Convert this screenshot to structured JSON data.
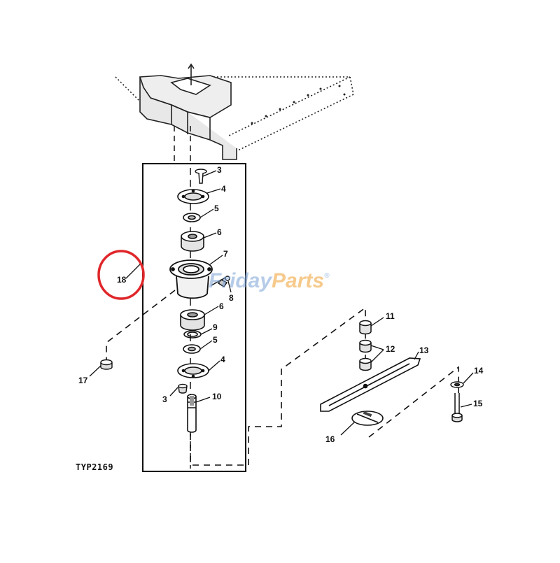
{
  "diagram": {
    "figure_code": "TYP2169",
    "watermark": {
      "text_a": "Friday",
      "text_b": "Parts",
      "mark": "®",
      "color_a": "#7aa2d6",
      "color_b": "#f0a030"
    },
    "highlight_color": "#e0262a",
    "callouts": {
      "c3a": "3",
      "c4a": "4",
      "c5a": "5",
      "c6a": "6",
      "c7": "7",
      "c8": "8",
      "c6b": "6",
      "c9": "9",
      "c5b": "5",
      "c4b": "4",
      "c3b": "3",
      "c10": "10",
      "c11": "11",
      "c12": "12",
      "c13": "13",
      "c14": "14",
      "c15": "15",
      "c16": "16",
      "c17": "17",
      "c18": "18"
    }
  }
}
